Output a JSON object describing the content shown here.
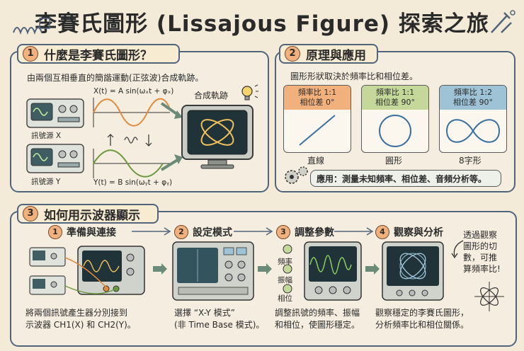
{
  "title": "李賽氏圖形 (Lissajous Figure) 探索之旅",
  "section1": {
    "number": "1",
    "heading": "什麼是李賽氏圖形？",
    "intro": "由兩個互相垂直的簡諧運動(正弦波)合成軌跡。",
    "source_x": "訊號源 X",
    "source_y": "訊號源 Y",
    "eq_x": "X(t) = A sin(ωₓt + φₓ)",
    "eq_y": "Y(t) = B sin(ωᵧt + φᵧ)",
    "result": "合成軌跡"
  },
  "section2": {
    "number": "2",
    "heading": "原理與應用",
    "intro": "圖形形狀取決於頻率比和相位差。",
    "cards": [
      {
        "ratio": "頻率比 1:1",
        "phase": "相位差 0°",
        "label": "直線",
        "color": "#f2b07d"
      },
      {
        "ratio": "頻率比 1:1",
        "phase": "相位差 90°",
        "label": "圓形",
        "color": "#c4d89a"
      },
      {
        "ratio": "頻率比 1:2",
        "phase": "相位差 90°",
        "label": "8字形",
        "color": "#9ec3d6"
      }
    ],
    "application": "應用：測量未知頻率、相位差、音頻分析等。"
  },
  "section3": {
    "number": "3",
    "heading": "如何用示波器顯示",
    "steps": [
      {
        "number": "1",
        "title": "準備與連接",
        "desc": [
          "將兩個訊號產生器分別接到",
          "示波器 CH1(X) 和 CH2(Y)。"
        ]
      },
      {
        "number": "2",
        "title": "設定模式",
        "desc": [
          "選擇 “X-Y 模式”",
          "(非 Time Base 模式)。"
        ]
      },
      {
        "number": "3",
        "title": "調整參數",
        "desc": [
          "調整訊號的頻率、振幅",
          "和相位，使圖形穩定。"
        ]
      },
      {
        "number": "4",
        "title": "觀察與分析",
        "desc": [
          "觀察穩定的李賽氏圖形，",
          "分析頻率比和相位關係。"
        ]
      }
    ],
    "knobs": [
      "頻率",
      "振幅",
      "相位"
    ],
    "note": [
      "透過觀察",
      "圖形的切",
      "數，可推",
      "算頻率比!"
    ]
  }
}
